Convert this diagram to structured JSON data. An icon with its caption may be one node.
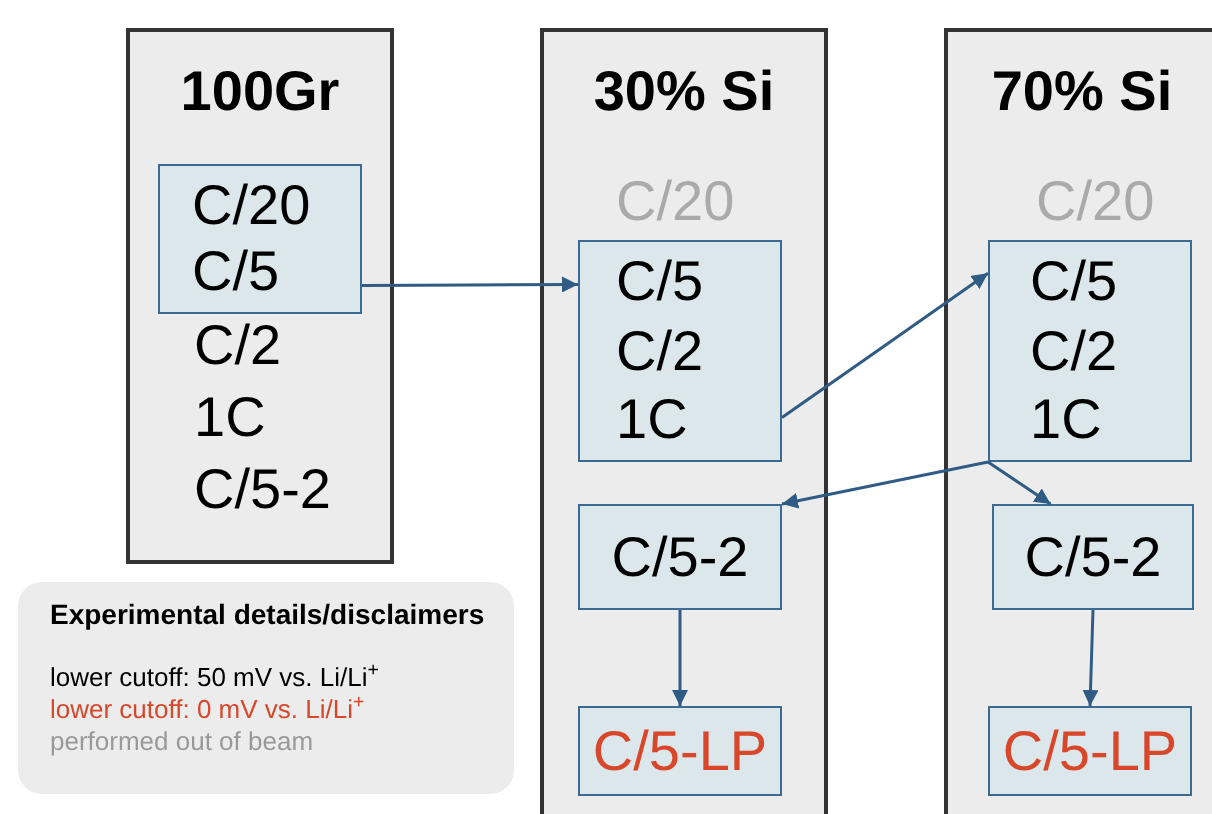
{
  "diagram": {
    "nodes": [
      {
        "text": [
          "100Gr",
          "C/2",
          "1C",
          "C/5-2"
        ]
      },
      {
        "text": [
          "C/20",
          "C/5"
        ],
        "in": 0
      },
      {
        "text": [
          "30% Si",
          "C/20"
        ]
      },
      {
        "text": [
          "C/5",
          "C/2",
          "1C"
        ],
        "in": 2
      },
      {
        "text": [
          "C/5-2"
        ],
        "in": 2
      },
      {
        "text": [
          "C/5-LP"
        ],
        "in": 2
      },
      {
        "text": [
          "70% Si",
          "C/20"
        ]
      },
      {
        "text": [
          "C/5",
          "C/2",
          "1C"
        ],
        "in": 6
      },
      {
        "text": [
          "C/5-2"
        ],
        "in": 6
      },
      {
        "text": [
          "C/5-LP"
        ],
        "in": 6
      },
      {
        "text": [
          "Experimental details/disclaimers"
        ]
      }
    ],
    "edges": [
      {
        "from": 1,
        "to": 3,
        "arrow": "to"
      },
      {
        "from": 3,
        "to": 7,
        "arrow": "to"
      },
      {
        "from": 7,
        "to": 4,
        "arrow": "to"
      },
      {
        "from": 7,
        "to": 8,
        "arrow": "to"
      },
      {
        "from": 4,
        "to": 5,
        "arrow": "to"
      },
      {
        "from": 8,
        "to": 9,
        "arrow": "to"
      }
    ],
    "legend": [
      {
        "text": "lower cutoff: 50 mV vs. Li/Li$^{+}$",
        "color": "#000000"
      },
      {
        "text": "lower cutoff: 0 mV vs. Li/Li$^{+}$",
        "color": "#d9472b"
      },
      {
        "text": "performed out of beam",
        "color": "#999999"
      }
    ]
  }
}
